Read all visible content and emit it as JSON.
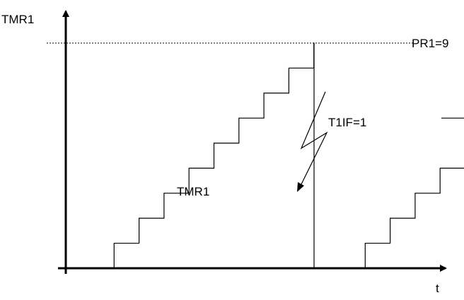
{
  "diagram": {
    "y_axis_label": "TMR1",
    "x_axis_label": "t",
    "period_label": "PR1=9",
    "curve_label": "TMR1",
    "interrupt_label": "T1IF=1"
  },
  "timer": {
    "period_register_value": 9,
    "first_ramp_levels": [
      0,
      1,
      2,
      3,
      4,
      5,
      6,
      7,
      8,
      9
    ],
    "second_ramp_levels": [
      0,
      1,
      2,
      3,
      4,
      5,
      6
    ]
  },
  "colors": {
    "line": "#000000",
    "background": "#ffffff"
  }
}
